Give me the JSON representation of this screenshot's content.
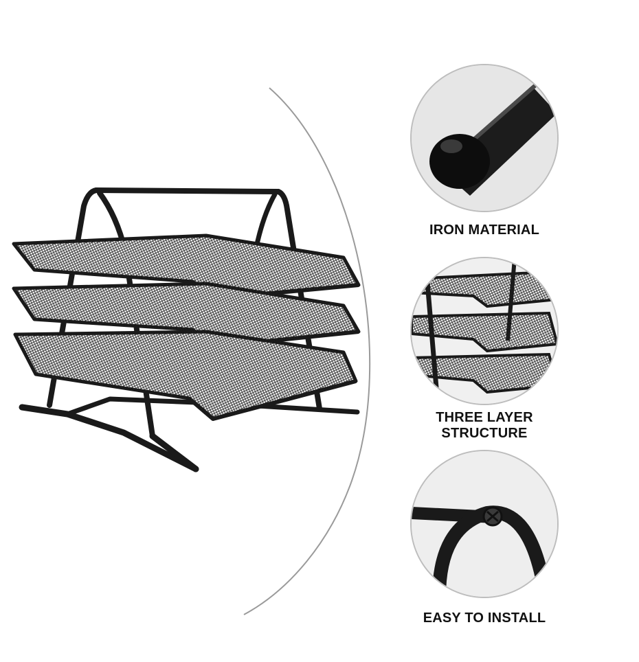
{
  "features": [
    {
      "lines": [
        "IRON MATERIAL"
      ]
    },
    {
      "lines": [
        "THREE LAYER",
        "STRUCTURE"
      ]
    },
    {
      "lines": [
        "EASY TO INSTALL"
      ]
    }
  ],
  "colors": {
    "background": "#ffffff",
    "metal": "#1a1a1a",
    "circle_border": "#bdbdbd",
    "divider_arc": "#9a9a9a"
  },
  "icons": [
    "desk-tray-organizer",
    "tube-end-cap",
    "tray-layers",
    "screw-joint"
  ]
}
